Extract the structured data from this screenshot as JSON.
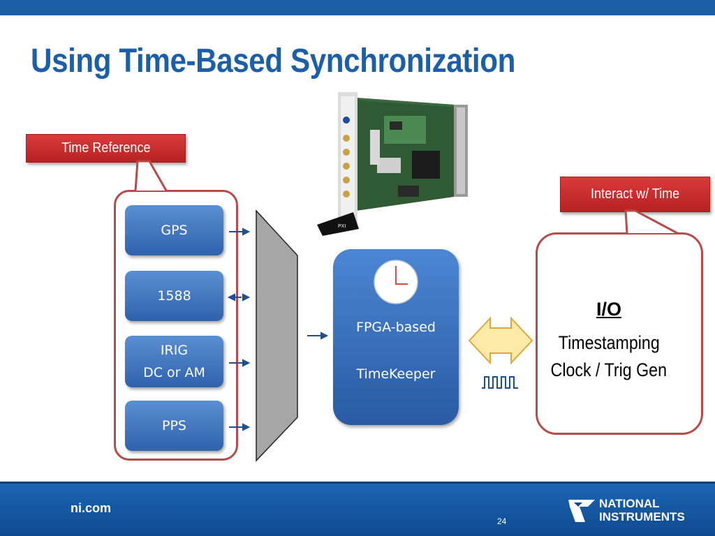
{
  "slide": {
    "title": "Using Time-Based Synchronization",
    "page_number": "24"
  },
  "callouts": {
    "time_reference": "Time Reference",
    "interact": "Interact w/ Time"
  },
  "sources": {
    "gps": "GPS",
    "ieee1588": "1588",
    "irig_line1": "IRIG",
    "irig_line2": "DC or AM",
    "pps": "PPS"
  },
  "fpga": {
    "line1": "FPGA-based",
    "line2": "TimeKeeper"
  },
  "io": {
    "title": "I/O",
    "line1": "Timestamping",
    "line2": "Clock / Trig Gen"
  },
  "footer": {
    "site": "ni.com",
    "brand_line1": "NATIONAL",
    "brand_line2": "INSTRUMENTS"
  },
  "images": {
    "hardware_card": "PXI FPGA timing module photo",
    "brand_logo": "eagle-logo-icon"
  },
  "colors": {
    "brand_blue": "#1c5fa8",
    "button_blue": "#3a6fbf",
    "callout_red": "#c62e2e",
    "frame_red": "#b84a4a"
  }
}
